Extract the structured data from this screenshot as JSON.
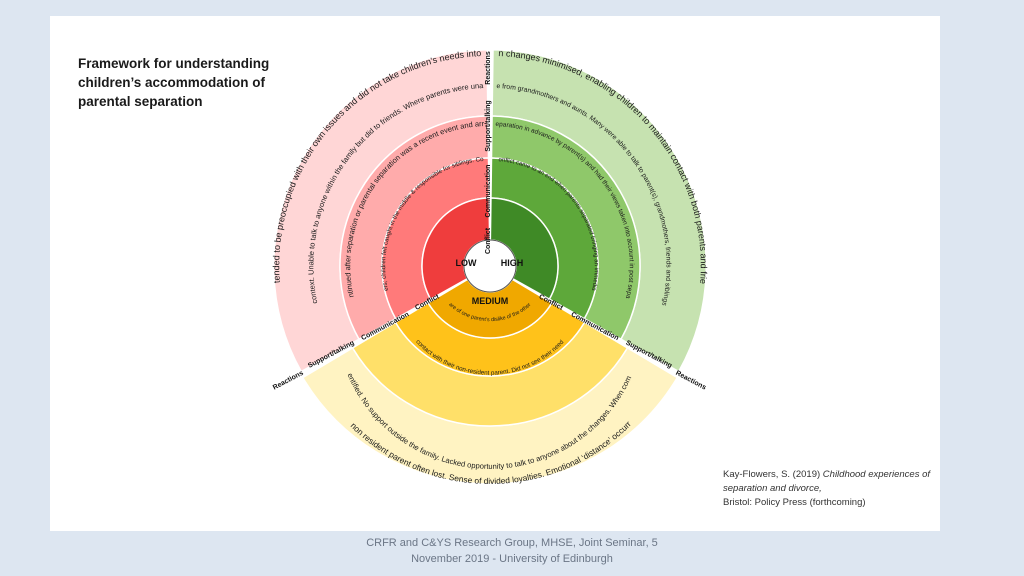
{
  "title": "Framework for understanding children’s accommodation of parental separation",
  "centre_labels": {
    "low": "LOW",
    "high": "HIGH",
    "medium": "MEDIUM"
  },
  "band_labels": {
    "conflict": "Conflict",
    "communication": "Communication",
    "support": "Support/talking",
    "reactions": "Reactions"
  },
  "low": {
    "reactions": "Parents tended to be preoccupied with their own issues and did not take children’s needs into account",
    "support": "Both parents provided support but often in a highly conflicted context. Unable to talk to anyone within the family but did to friends. Where parents were unable to agree arrangements, children met with social workers.",
    "communication": "Difficult because parental conflict continued after separation or parental separation was a recent event and arrangements were still being decided",
    "conflict": "Feature of contact handovers; children felt caught in the middle & responsible for siblings. Continued to the present day"
  },
  "high": {
    "reactions": "Post separation changes minimised, enabling children to maintain contact with both parents and friendship groups",
    "support": "Both parents usually provided support. Support also available from grandmothers and aunts. Many were able to talk to parent(s), grandmothers, friends and siblings. Friends were important in late childhood and teenage years",
    "communication": "Usually told of the separation in advance by parent(s) and had their views taken into account in post separation arrangements",
    "conflict": "Where present, conflict came to an end when parents separated bringing an immediate sense of relief"
  },
  "medium": {
    "conflict": "Loss of contact meant children were aware of one parent’s dislike of the other & felt ‘silenced’ from talking about them",
    "communication": "Few learned of the separation beforehand. Most lost contact with their non-resident parent. Did not see their needs taken into account in post separation arrangements",
    "support": "Few sources of support, occasionally resident parents were identified. No support outside the family. Lacked opportunity to talk to anyone about the changes. When combined with a lack of support, children were particularly isolated.",
    "reactions": "Contact with non resident parent often lost. Sense of divided loyalties. Emotional ‘distance’ occurred over time"
  },
  "citation": {
    "author": "Kay-Flowers, S. (2019)",
    "work": "Childhood experiences of separation and divorce,",
    "publisher": "Bristol: Policy Press (forthcoming)"
  },
  "footer": "CRFR and C&YS Research Group, MHSE, Joint Seminar, 5 November 2019 - University of Edinburgh",
  "colors": {
    "background": "#dde6f1",
    "low": [
      "#ffd6d6",
      "#ffabab",
      "#ff7a7a",
      "#ef3d3d"
    ],
    "high": [
      "#c6e2b0",
      "#8fc86a",
      "#5ea83a",
      "#3f8a26"
    ],
    "medium": [
      "#fff3c2",
      "#ffe069",
      "#ffc21a",
      "#f0a800"
    ]
  }
}
